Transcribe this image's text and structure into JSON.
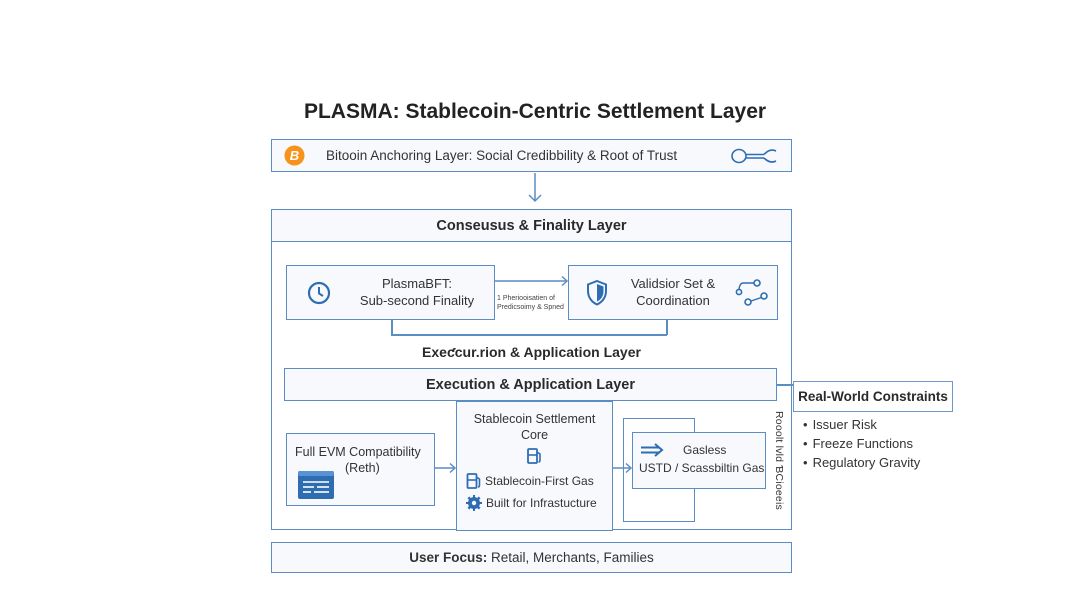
{
  "title": "PLASMA: Stablecoin-Centric Settlement Layer",
  "bitcoin_layer": {
    "label": "Bitooin Anchoring Layer: Social Credibbility & Root of Trust",
    "left_icon": "bitcoin-icon",
    "right_icon": "key-link-icon",
    "accent_color": "#f7931a"
  },
  "consensus_layer": {
    "header": "Conseusus & Finality Layer",
    "plasmabft": {
      "line1": "PlasmaBFT:",
      "line2": "Sub-second Finality",
      "icon": "clock-icon"
    },
    "connector_note": {
      "line1": "1  Pheriooisatien of",
      "line2": "Predicsoimy & Spned"
    },
    "validator": {
      "line1": "Validsior Set &",
      "line2": "Coordination",
      "icon": "shield-icon",
      "right_icon": "network-nodes-icon"
    }
  },
  "execution_layer": {
    "garbled_label": "Exeƈcur.rion & Application Layer",
    "header": "Execution & Application Layer",
    "evm": {
      "line1": "Full EVM Compatibility",
      "line2": "(Reth)",
      "icon": "browser-window-icon"
    },
    "settlement_core": {
      "line1": "Stablecoin Settlement",
      "line2": "Core",
      "icon": "fuel-pump-icon",
      "features": [
        {
          "icon": "fuel-pump-icon",
          "label": "Stablecoin-First Gas"
        },
        {
          "icon": "gear-icon",
          "label": "Built for Infrastucture"
        }
      ]
    },
    "gasless": {
      "line1": "Gasless",
      "line2": "USTD / Scassbiltin Gas",
      "icon": "double-arrow-icon"
    },
    "vertical_label": "Rooolt lvld ƁCioeeis"
  },
  "constraints": {
    "header": "Real-World Constraints",
    "items": [
      "Issuer Risk",
      "Freeze Functions",
      "Regulatory Gravity"
    ]
  },
  "user_focus": {
    "label_bold": "User Focus:",
    "label_rest": " Retail, Merchants, Families"
  },
  "colors": {
    "line": "#5b8cc4",
    "icon_blue": "#2f6db3",
    "box_fill": "#f7f9fc"
  }
}
